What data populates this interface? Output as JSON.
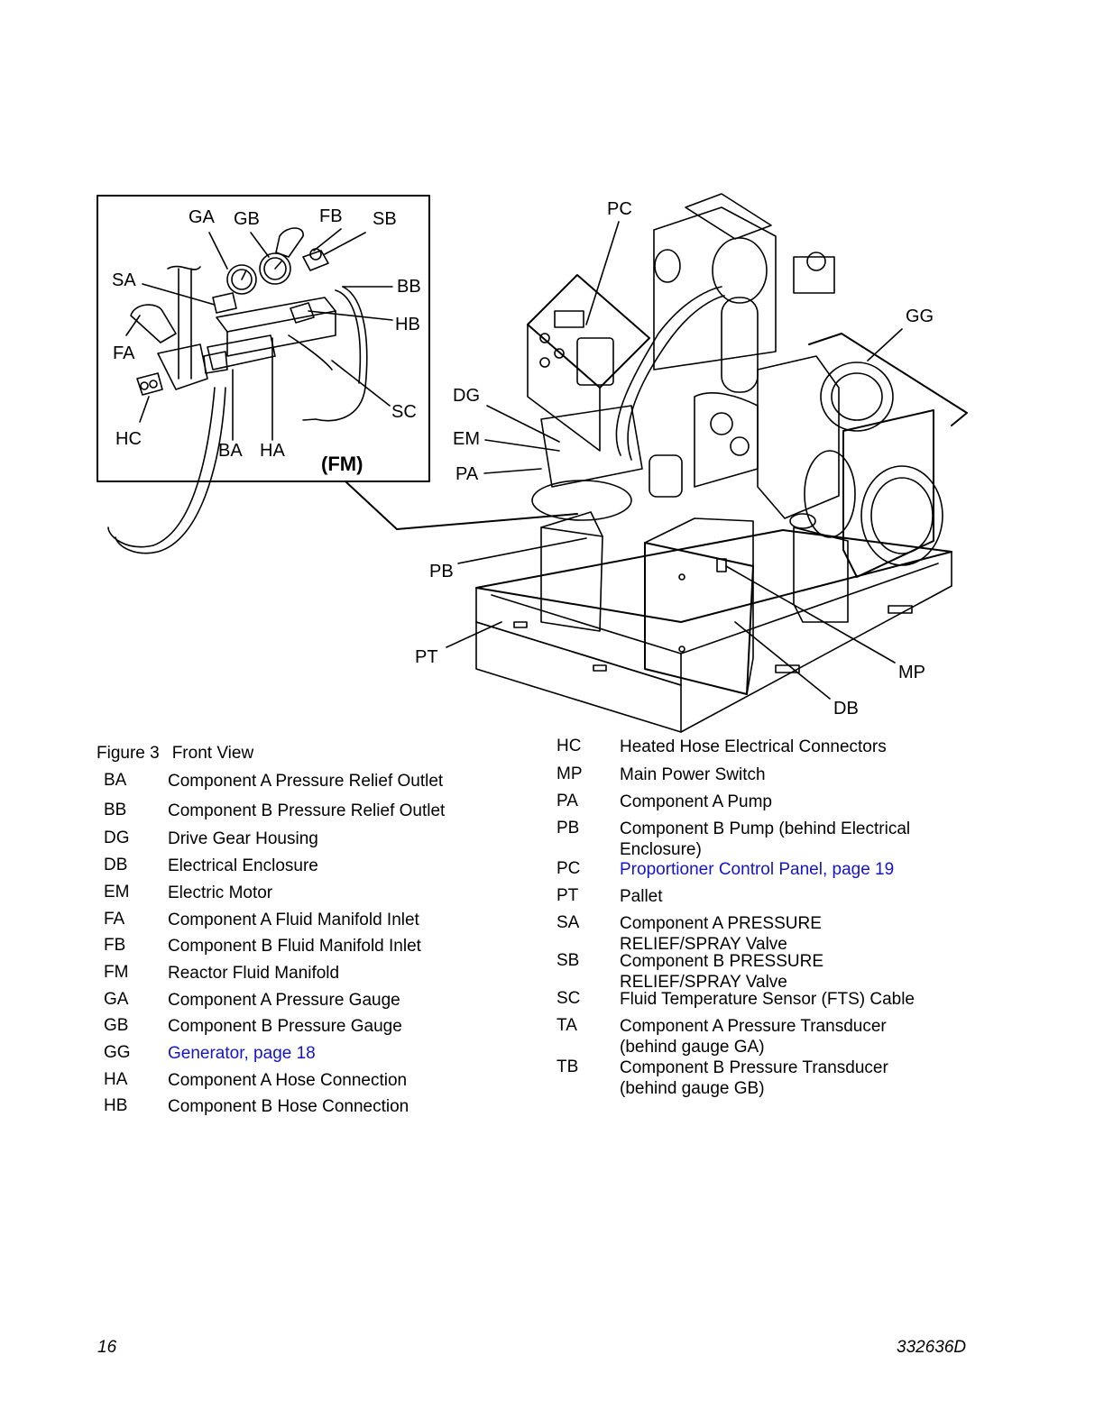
{
  "figure": {
    "callouts": {
      "GA": "GA",
      "GB": "GB",
      "FB": "FB",
      "SB": "SB",
      "SA": "SA",
      "BB": "BB",
      "HB": "HB",
      "FA": "FA",
      "SC": "SC",
      "HC": "HC",
      "BA": "BA",
      "HA": "HA",
      "FM": "(FM)",
      "PC": "PC",
      "GG": "GG",
      "DG": "DG",
      "EM": "EM",
      "PA": "PA",
      "PB": "PB",
      "PT": "PT",
      "MP": "MP",
      "DB": "DB"
    }
  },
  "caption": {
    "number": "Figure 3",
    "title": "Front View"
  },
  "legend_left": [
    {
      "code": "BA",
      "desc": "Component A Pressure Relief Outlet"
    },
    {
      "code": "BB",
      "desc": "Component B Pressure Relief Outlet"
    },
    {
      "code": "DG",
      "desc": "Drive Gear Housing"
    },
    {
      "code": "DB",
      "desc": "Electrical Enclosure"
    },
    {
      "code": "EM",
      "desc": "Electric Motor"
    },
    {
      "code": "FA",
      "desc": "Component A Fluid Manifold Inlet"
    },
    {
      "code": "FB",
      "desc": "Component B Fluid Manifold Inlet"
    },
    {
      "code": "FM",
      "desc": "Reactor Fluid Manifold"
    },
    {
      "code": "GA",
      "desc": "Component A Pressure Gauge"
    },
    {
      "code": "GB",
      "desc": "Component B Pressure Gauge"
    },
    {
      "code": "GG",
      "desc": "Generator, page 18",
      "link": true
    },
    {
      "code": "HA",
      "desc": "Component A Hose Connection"
    },
    {
      "code": "HB",
      "desc": "Component B Hose Connection"
    }
  ],
  "legend_right": [
    {
      "code": "HC",
      "desc": "Heated Hose Electrical Connectors"
    },
    {
      "code": "MP",
      "desc": "Main Power Switch"
    },
    {
      "code": "PA",
      "desc": "Component A Pump"
    },
    {
      "code": "PB",
      "desc": "Component B Pump (behind Electrical",
      "desc2": "Enclosure)"
    },
    {
      "code": "PC",
      "desc": "Proportioner Control Panel, page 19",
      "link": true
    },
    {
      "code": "PT",
      "desc": "Pallet"
    },
    {
      "code": "SA",
      "desc": "Component  A  PRESSURE",
      "desc2": "RELIEF/SPRAY Valve"
    },
    {
      "code": "SB",
      "desc": "Component  B  PRESSURE",
      "desc2": "RELIEF/SPRAY Valve"
    },
    {
      "code": "SC",
      "desc": "Fluid Temperature Sensor (FTS) Cable"
    },
    {
      "code": "TA",
      "desc": "Component  A  Pressure  Transducer",
      "desc2": "(behind gauge GA)"
    },
    {
      "code": "TB",
      "desc": "Component  B  Pressure  Transducer",
      "desc2": "(behind gauge GB)"
    }
  ],
  "footer": {
    "page_number": "16",
    "doc_number": "332636D"
  }
}
